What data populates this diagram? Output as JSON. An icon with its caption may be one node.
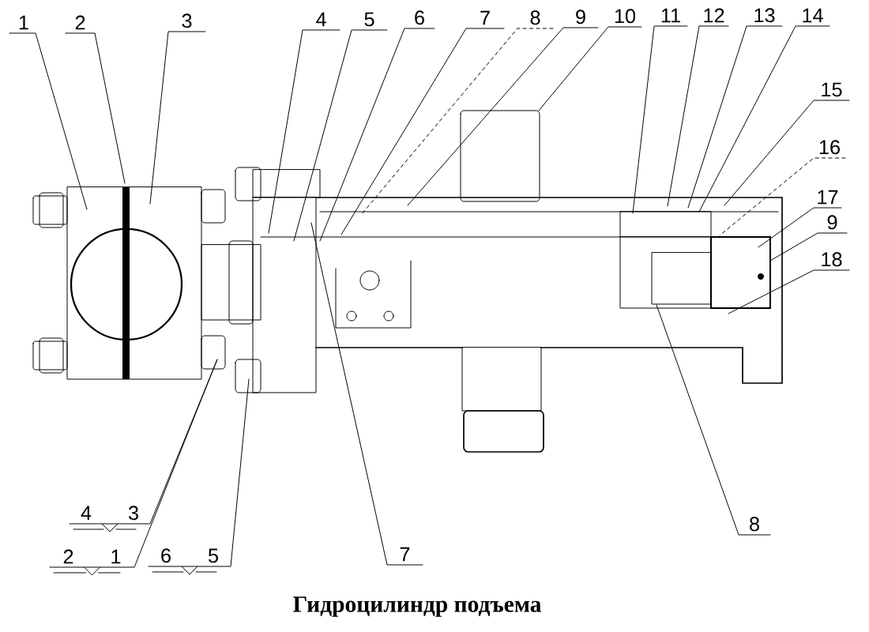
{
  "diagram": {
    "title": "Гидроцилиндр подъема",
    "nodes": [
      {
        "text": [
          "1"
        ]
      },
      {
        "text": [
          "2"
        ]
      },
      {
        "text": [
          "3"
        ]
      },
      {
        "text": [
          "4"
        ]
      },
      {
        "text": [
          "5"
        ]
      },
      {
        "text": [
          "6"
        ]
      },
      {
        "text": [
          "7"
        ]
      },
      {
        "text": [
          "8"
        ]
      },
      {
        "text": [
          "9"
        ]
      },
      {
        "text": [
          "10"
        ]
      },
      {
        "text": [
          "11"
        ]
      },
      {
        "text": [
          "12"
        ]
      },
      {
        "text": [
          "13"
        ]
      },
      {
        "text": [
          "14"
        ]
      },
      {
        "text": [
          "15"
        ]
      },
      {
        "text": [
          "16"
        ]
      },
      {
        "text": [
          "17"
        ]
      },
      {
        "text": [
          "9"
        ]
      },
      {
        "text": [
          "18"
        ]
      },
      {
        "text": [
          "4",
          "3"
        ]
      },
      {
        "text": [
          "8"
        ]
      },
      {
        "text": [
          "2",
          "1"
        ]
      },
      {
        "text": [
          "6",
          "5"
        ]
      },
      {
        "text": [
          "7"
        ]
      }
    ],
    "edges": [
      {
        "from": 0,
        "to": null,
        "arrow": "none"
      },
      {
        "from": 1,
        "to": null,
        "arrow": "none"
      },
      {
        "from": 2,
        "to": null,
        "arrow": "none"
      },
      {
        "from": 3,
        "to": null,
        "arrow": "none"
      },
      {
        "from": 4,
        "to": null,
        "arrow": "none"
      },
      {
        "from": 5,
        "to": null,
        "arrow": "none"
      },
      {
        "from": 6,
        "to": null,
        "arrow": "none"
      },
      {
        "from": 7,
        "to": null,
        "arrow": "none",
        "style": "dashed"
      },
      {
        "from": 8,
        "to": null,
        "arrow": "none"
      },
      {
        "from": 9,
        "to": null,
        "arrow": "none"
      },
      {
        "from": 10,
        "to": null,
        "arrow": "none"
      },
      {
        "from": 11,
        "to": null,
        "arrow": "none"
      },
      {
        "from": 12,
        "to": null,
        "arrow": "none"
      },
      {
        "from": 13,
        "to": null,
        "arrow": "none"
      },
      {
        "from": 14,
        "to": null,
        "arrow": "none"
      },
      {
        "from": 15,
        "to": null,
        "arrow": "none",
        "style": "dashed"
      },
      {
        "from": 16,
        "to": null,
        "arrow": "none"
      },
      {
        "from": 17,
        "to": null,
        "arrow": "none"
      },
      {
        "from": 18,
        "to": null,
        "arrow": "none"
      },
      {
        "from": 19,
        "to": null,
        "arrow": "none"
      },
      {
        "from": 20,
        "to": null,
        "arrow": "none"
      },
      {
        "from": 21,
        "to": null,
        "arrow": "none"
      },
      {
        "from": 22,
        "to": null,
        "arrow": "none"
      },
      {
        "from": 23,
        "to": null,
        "arrow": "none"
      }
    ]
  }
}
